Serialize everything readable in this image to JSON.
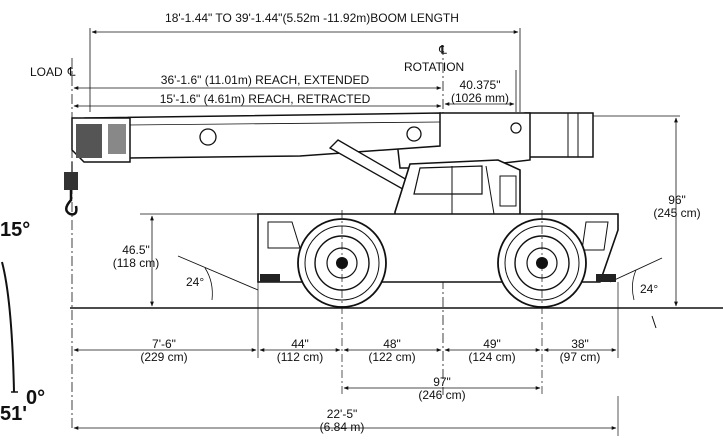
{
  "diagram": {
    "boom_length": "18'-1.44\" TO 39'-1.44\"(5.52m -11.92m)BOOM LENGTH",
    "load_centerline": "LOAD",
    "rotation_centerline": "ROTATION",
    "reach_extended": "36'-1.6\" (11.01m) REACH, EXTENDED",
    "reach_retracted": "15'-1.6\" (4.61m) REACH, RETRACTED",
    "tail_offset": {
      "imperial": "40.375\"",
      "metric": "(1026 mm)"
    },
    "overall_height": {
      "imperial": "96\"",
      "metric": "(245 cm)"
    },
    "deck_height": {
      "imperial": "46.5\"",
      "metric": "(118 cm)"
    },
    "approach_angle": "24°",
    "departure_angle": "24°",
    "front_overhang": {
      "imperial": "7'-6\"",
      "metric": "(229 cm)"
    },
    "front_to_axle": {
      "imperial": "44\"",
      "metric": "(112 cm)"
    },
    "axle_to_rotation": {
      "imperial": "48\"",
      "metric": "(122 cm)"
    },
    "rotation_to_axle": {
      "imperial": "49\"",
      "metric": "(124 cm)"
    },
    "rear_overhang": {
      "imperial": "38\"",
      "metric": "(97 cm)"
    },
    "wheelbase": {
      "imperial": "97\"",
      "metric": "(246 cm)"
    },
    "overall_length": {
      "imperial": "22'-5\"",
      "metric": "(6.84 m)"
    },
    "left_partial": {
      "angle_top": "15°",
      "angle_bottom": "0°",
      "partial_text": "51'"
    }
  }
}
